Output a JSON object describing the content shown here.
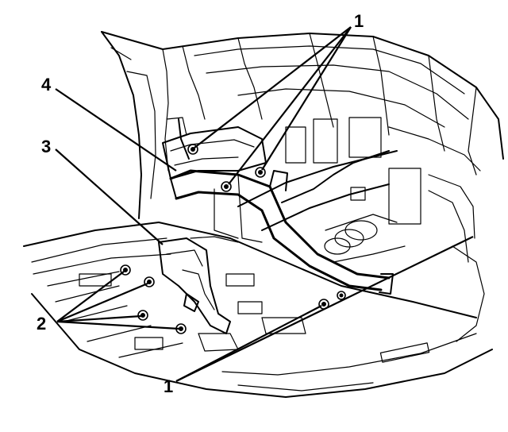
{
  "callouts": [
    {
      "id": "fasteners-upper",
      "text": "1"
    },
    {
      "id": "bracket-upper",
      "text": "4"
    },
    {
      "id": "bracket-lower",
      "text": "3"
    },
    {
      "id": "fasteners-lower",
      "text": "2"
    },
    {
      "id": "fastener-front",
      "text": "1"
    }
  ],
  "colors": {
    "ink": "#000000",
    "paper": "#ffffff"
  }
}
